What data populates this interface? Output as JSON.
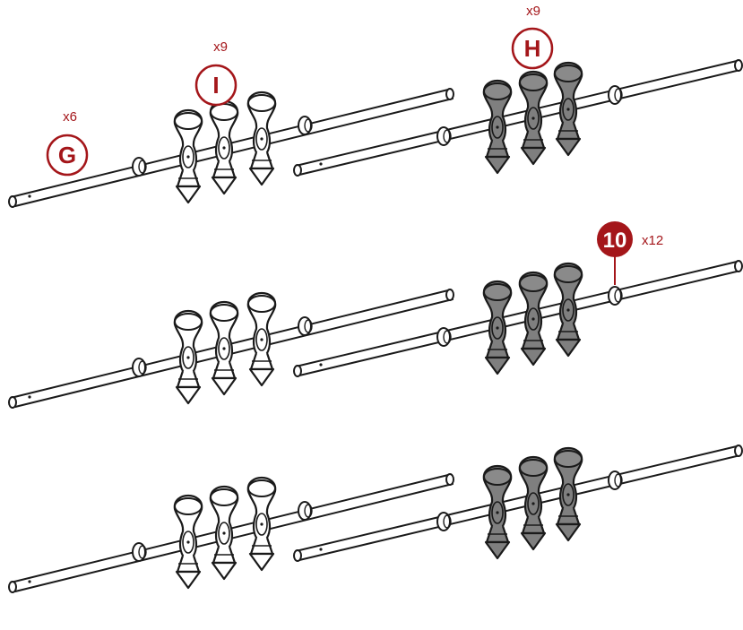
{
  "colors": {
    "accent": "#a4161a",
    "outline": "#1a1a1a",
    "light_figure": "#ffffff",
    "dark_figure": "#7f7f7f",
    "rod": "#ffffff"
  },
  "callouts": {
    "G": {
      "letter": "G",
      "qty": "x6"
    },
    "I": {
      "letter": "I",
      "qty": "x9"
    },
    "H": {
      "letter": "H",
      "qty": "x9"
    },
    "step10": {
      "number": "10",
      "qty": "x12"
    }
  },
  "assemblies": [
    {
      "name": "rod-row-1"
    },
    {
      "name": "rod-row-2"
    },
    {
      "name": "rod-row-3"
    }
  ]
}
